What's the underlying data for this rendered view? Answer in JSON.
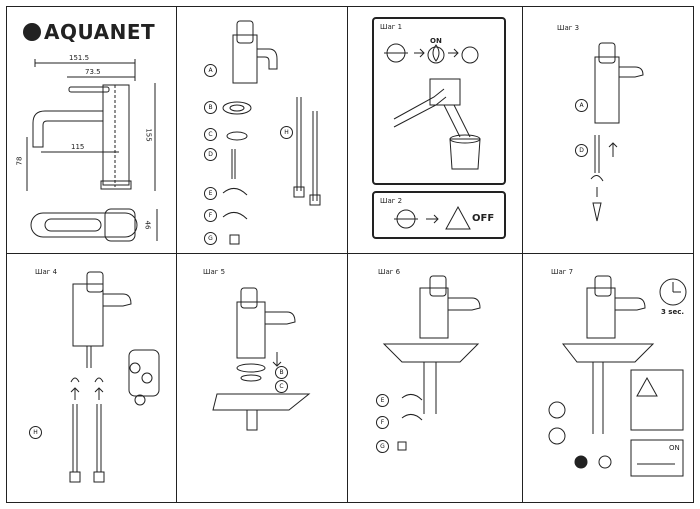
{
  "brand": {
    "name": "AQUANET"
  },
  "dimensions": {
    "d1": "151.5",
    "d2": "73.5",
    "d3": "115",
    "d4": "78",
    "d5": "155",
    "d6": "46"
  },
  "parts": [
    "A",
    "B",
    "C",
    "D",
    "E",
    "F",
    "G",
    "H"
  ],
  "steps": {
    "s1": {
      "title": "Шаг 1",
      "on": "ON"
    },
    "s2": {
      "title": "Шаг 2",
      "off": "OFF"
    },
    "s3": {
      "title": "Шаг 3"
    },
    "s4": {
      "title": "Шаг 4"
    },
    "s5": {
      "title": "Шаг 5"
    },
    "s6": {
      "title": "Шаг 6"
    },
    "s7": {
      "title": "Шаг 7",
      "timer": "3 sec.",
      "on": "ON"
    }
  }
}
